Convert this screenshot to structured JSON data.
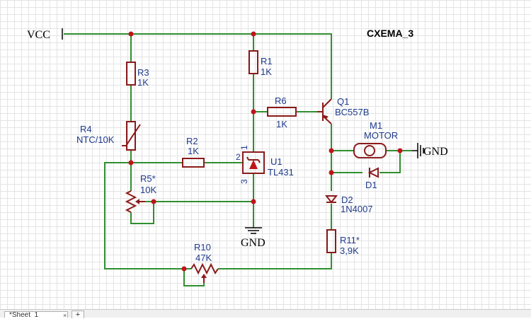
{
  "title": "CXEMA_3",
  "net_labels": {
    "vcc": "VCC",
    "gnd_bottom": "GND",
    "gnd_right": "GND"
  },
  "components": [
    {
      "ref": "R3",
      "value": "1K"
    },
    {
      "ref": "R1",
      "value": "1K"
    },
    {
      "ref": "R6",
      "value": "1K"
    },
    {
      "ref": "Q1",
      "value": "BC557B"
    },
    {
      "ref": "M1",
      "value": "MOTOR"
    },
    {
      "ref": "R4",
      "value": "NTC/10K"
    },
    {
      "ref": "R2",
      "value": "1K"
    },
    {
      "ref": "U1",
      "value": "TL431"
    },
    {
      "ref": "D1",
      "value": ""
    },
    {
      "ref": "R5*",
      "value": "10K"
    },
    {
      "ref": "D2",
      "value": "1N4007"
    },
    {
      "ref": "R11*",
      "value": "3,9K"
    },
    {
      "ref": "R10",
      "value": "47K"
    }
  ],
  "u1_pins": {
    "p1": "1",
    "p2": "2",
    "p3": "3"
  },
  "colors": {
    "wire": "#2f8f2f",
    "component": "#8b1a1a",
    "junction": "#c0141b",
    "label": "#1f3a8c",
    "grid": "#e4e4e4"
  },
  "tabs": {
    "sheet_tab": "*Sheet_1",
    "close": "×",
    "add": "+"
  }
}
